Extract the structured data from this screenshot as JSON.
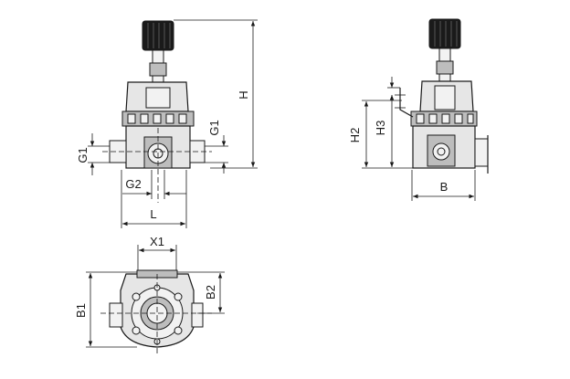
{
  "views": {
    "front": {
      "H": "H",
      "G1_left": "G1",
      "G1_right": "G1",
      "G2": "G2",
      "L": "L"
    },
    "side": {
      "H2": "H2",
      "H3": "H3",
      "B": "B"
    },
    "bottom": {
      "X1": "X1",
      "B1": "B1",
      "B2": "B2"
    }
  }
}
